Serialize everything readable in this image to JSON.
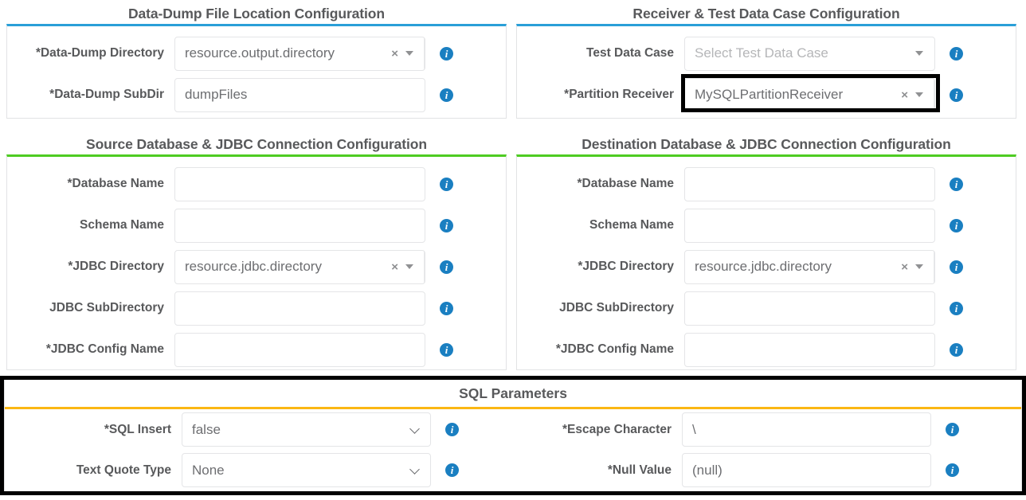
{
  "icons": {
    "info": "i",
    "clear": "×",
    "caret_down": "caret-down-icon",
    "chevron_down": "chevron-down-icon"
  },
  "panels": {
    "data_dump": {
      "title": "Data-Dump File Location Configuration",
      "accent_color": "#2a9fd8",
      "fields": [
        {
          "label": "*Data-Dump Directory",
          "name": "data-dump-directory",
          "type": "select2",
          "value": "resource.output.directory",
          "is_placeholder": false,
          "clearable": true
        },
        {
          "label": "*Data-Dump SubDir",
          "name": "data-dump-subdir",
          "type": "text",
          "value": "dumpFiles",
          "is_placeholder": false,
          "clearable": false
        }
      ]
    },
    "receiver": {
      "title": "Receiver & Test Data Case Configuration",
      "accent_color": "#2a9fd8",
      "fields": [
        {
          "label": "Test Data Case",
          "name": "test-data-case",
          "type": "select2",
          "value": "Select Test Data Case",
          "is_placeholder": true,
          "clearable": false
        },
        {
          "label": "*Partition Receiver",
          "name": "partition-receiver",
          "type": "select2",
          "value": "MySQLPartitionReceiver",
          "is_placeholder": false,
          "clearable": true,
          "highlighted": true
        }
      ]
    },
    "source_db": {
      "title": "Source Database & JDBC Connection Configuration",
      "accent_color": "#4ecc22",
      "fields": [
        {
          "label": "*Database Name",
          "name": "source-database-name",
          "type": "text",
          "value": "",
          "is_placeholder": false,
          "clearable": false
        },
        {
          "label": "Schema Name",
          "name": "source-schema-name",
          "type": "text",
          "value": "",
          "is_placeholder": false,
          "clearable": false
        },
        {
          "label": "*JDBC Directory",
          "name": "source-jdbc-directory",
          "type": "select2",
          "value": "resource.jdbc.directory",
          "is_placeholder": false,
          "clearable": true
        },
        {
          "label": "JDBC SubDirectory",
          "name": "source-jdbc-subdirectory",
          "type": "text",
          "value": "",
          "is_placeholder": false,
          "clearable": false
        },
        {
          "label": "*JDBC Config Name",
          "name": "source-jdbc-config-name",
          "type": "text",
          "value": "",
          "is_placeholder": false,
          "clearable": false
        }
      ]
    },
    "destination_db": {
      "title": "Destination Database & JDBC Connection Configuration",
      "accent_color": "#4ecc22",
      "fields": [
        {
          "label": "*Database Name",
          "name": "destination-database-name",
          "type": "text",
          "value": "",
          "is_placeholder": false,
          "clearable": false
        },
        {
          "label": "Schema Name",
          "name": "destination-schema-name",
          "type": "text",
          "value": "",
          "is_placeholder": false,
          "clearable": false
        },
        {
          "label": "*JDBC Directory",
          "name": "destination-jdbc-directory",
          "type": "select2",
          "value": "resource.jdbc.directory",
          "is_placeholder": false,
          "clearable": true
        },
        {
          "label": "JDBC SubDirectory",
          "name": "destination-jdbc-subdirectory",
          "type": "text",
          "value": "",
          "is_placeholder": false,
          "clearable": false
        },
        {
          "label": "*JDBC Config Name",
          "name": "destination-jdbc-config-name",
          "type": "text",
          "value": "",
          "is_placeholder": false,
          "clearable": false
        }
      ]
    },
    "sql_parameters": {
      "title": "SQL Parameters",
      "accent_color": "#fbb713",
      "highlighted": true,
      "left_fields": [
        {
          "label": "*SQL Insert",
          "name": "sql-insert",
          "type": "select",
          "value": "false"
        },
        {
          "label": "Text Quote Type",
          "name": "text-quote-type",
          "type": "select",
          "value": "None"
        }
      ],
      "right_fields": [
        {
          "label": "*Escape Character",
          "name": "escape-character",
          "type": "text",
          "value": "\\"
        },
        {
          "label": "*Null Value",
          "name": "null-value",
          "type": "text",
          "value": "(null)"
        }
      ]
    }
  }
}
